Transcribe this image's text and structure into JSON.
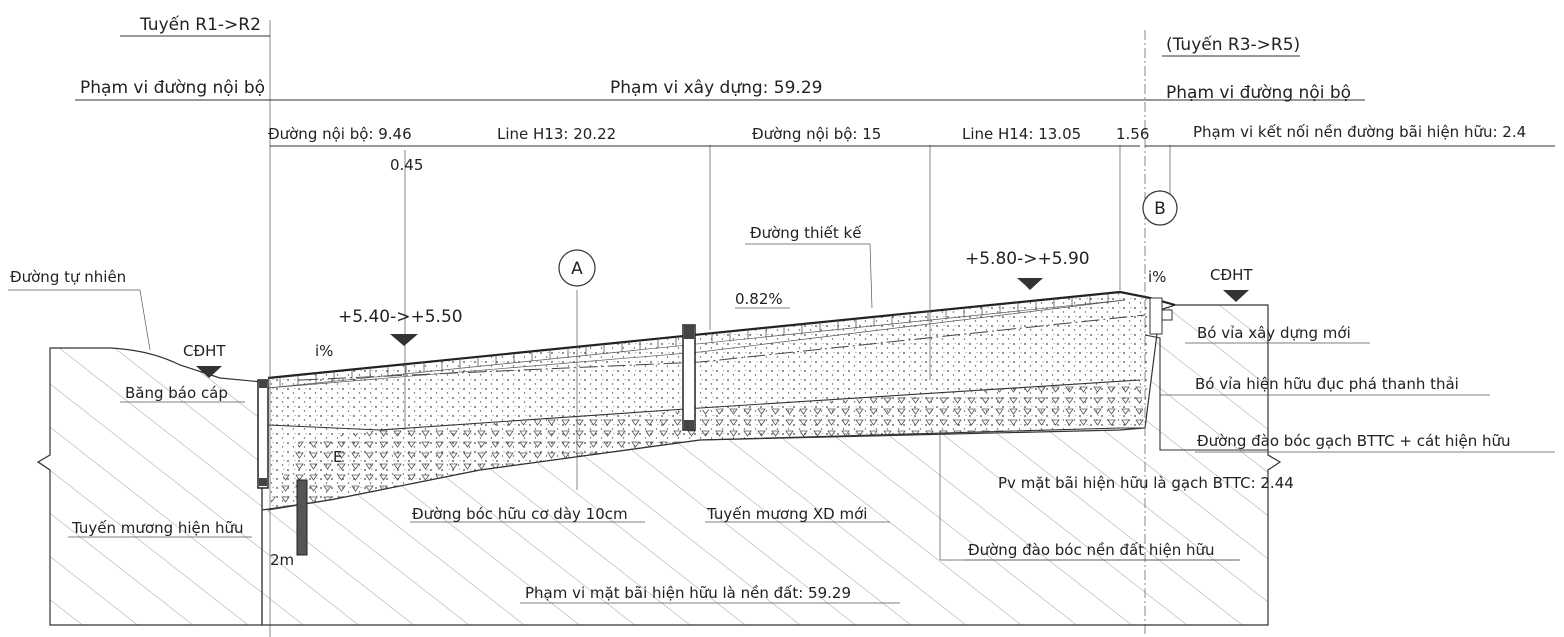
{
  "top_labels": {
    "route_left": "Tuyến R1->R2",
    "route_right": "(Tuyến R3->R5)",
    "internal_road_left": "Phạm vi đường nội bộ",
    "construction_scope": "Phạm vi xây dựng: 59.29",
    "internal_road_right": "Phạm vi đường nội bộ"
  },
  "segments": {
    "seg1": "Đường nội bộ: 9.46",
    "seg2": "Line H13: 20.22",
    "seg3": "Đường nội bộ: 15",
    "seg4": "Line H14: 13.05",
    "seg5": "1.56",
    "connect_scope": "Phạm vi kết nối nền đường bãi hiện hữu: 2.4",
    "dim_045": "0.45"
  },
  "markers": {
    "a": "A",
    "b": "B"
  },
  "profile_labels": {
    "natural_ground": "Đường tự nhiên",
    "design_line": "Đường thiết kế",
    "slope": "0.82%",
    "elev_left": "+5.40->+5.50",
    "elev_right": "+5.80->+5.90",
    "slope_left": "i%",
    "slope_right": "i%",
    "cdht_left": "CĐHT",
    "cdht_right": "CĐHT",
    "cable_band": "Băng báo cáp",
    "existing_ditch": "Tuyến mương hiện hữu",
    "strip_organic": "Đường bóc hữu cơ dày 10cm",
    "new_ditch": "Tuyến mương XD mới",
    "dim_2m": "2m",
    "e_label": "E",
    "existing_earth": "Phạm vi mặt bãi hiện hữu là nền đất: 59.29"
  },
  "right_labels": {
    "new_curb": "Bó vỉa xây dựng mới",
    "old_curb": "Bó vỉa hiện hữu đục phá thanh thải",
    "dig_brick": "Đường đào bóc gạch BTTC + cát hiện hữu",
    "brick_area": "Pv mặt bãi hiện hữu là gạch BTTC: 2.44",
    "dig_earth": "Đường đào bóc nền đất hiện hữu"
  }
}
